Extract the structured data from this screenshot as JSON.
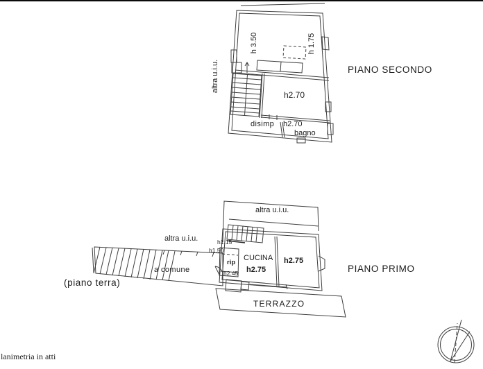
{
  "page": {
    "footer_note": "lanimetria in atti"
  },
  "colors": {
    "background": "#ffffff",
    "line": "#3e3e3e",
    "text": "#1c1c1c"
  },
  "second_floor": {
    "title": "PIANO SECONDO",
    "labels": {
      "altra_uiu": "altra u.i.u.",
      "h_350": "h 3.50",
      "h_175": "h 1.75",
      "h_270_main": "h2.70",
      "disimp": "disimp",
      "h_270_bagno": "h2.70",
      "bagno": "bagno"
    }
  },
  "first_floor": {
    "title": "PIANO PRIMO",
    "labels": {
      "altra_uiu_top": "altra u.i.u.",
      "altra_uiu_corridor": "altra u.i.u.",
      "cucina": "CUCINA",
      "h_275_cucina": "h2.75",
      "h_275_room": "h2.75",
      "rip": "rip",
      "h_115": "h1.15",
      "h_150": "h1.50",
      "h_245": "h2.45",
      "a_comune": "a comune",
      "piano_terra": "(piano terra)",
      "terrazzo": "TERRAZZO"
    }
  }
}
